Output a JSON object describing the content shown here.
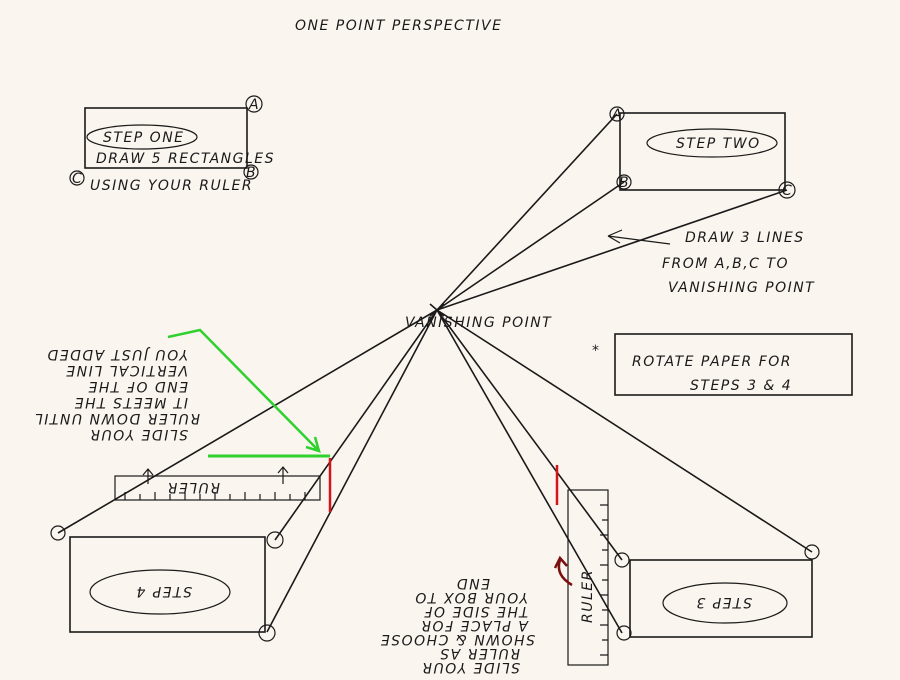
{
  "title": "ONE POINT PERSPECTIVE",
  "vanishing_point_label": "VANISHING POINT",
  "step_one": {
    "heading": "STEP ONE",
    "line1": "DRAW 5 RECTANGLES",
    "line2": "USING YOUR RULER",
    "corners": [
      "A",
      "B",
      "C"
    ]
  },
  "step_two": {
    "heading": "STEP TWO",
    "corners": [
      "A",
      "B",
      "C"
    ],
    "note_lines": [
      "DRAW 3 LINES",
      "FROM A,B,C TO",
      "VANISHING POINT"
    ]
  },
  "rotate_note": {
    "asterisk": "*",
    "line1": "ROTATE PAPER FOR",
    "line2": "STEPS 3 & 4"
  },
  "step_three": {
    "heading": "STEP 3",
    "ruler_label": "RULER",
    "note_lines": [
      "SLIDE YOUR",
      "RULER AS",
      "SHOWN & CHOOSE",
      "A PLACE FOR",
      "THE SIDE OF",
      "YOUR BOX TO",
      "END"
    ]
  },
  "step_four": {
    "heading": "STEP 4",
    "ruler_label": "RULER",
    "note_lines": [
      "SLIDE YOUR",
      "RULER DOWN UNTIL",
      "IT MEETS THE",
      "END OF THE",
      "VERTICAL LINE",
      "YOU JUST ADDED"
    ]
  },
  "colors": {
    "ink": "#1a1a1a",
    "green": "#2ed12e",
    "red": "#d4141c",
    "paper": "#fbf5ef"
  }
}
